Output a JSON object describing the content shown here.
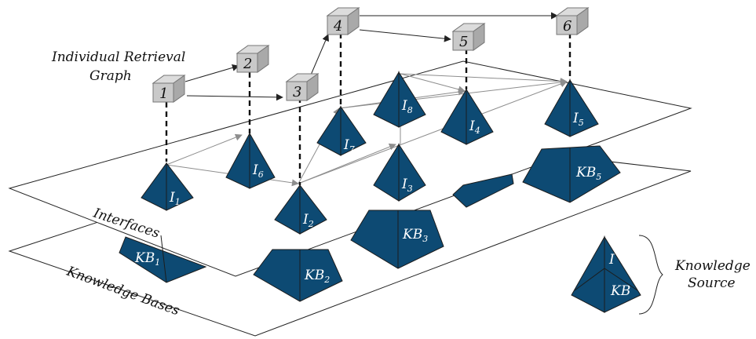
{
  "colors": {
    "pyramid_fill": "#0d4a73",
    "pyramid_edge": "#1c1c1c",
    "cube_fill": "#c9c9c9",
    "cube_dark": "#a9a9a9",
    "arrow_dark": "#222222",
    "arrow_grey": "#8e8e8e",
    "plane_line": "#222222"
  },
  "labels": {
    "graph_title_line1": "Individual Retrieval",
    "graph_title_line2": "Graph",
    "interfaces": "Interfaces",
    "knowledge_bases": "Knowledge Bases",
    "knowledge_source_line1": "Knowledge",
    "knowledge_source_line2": "Source",
    "legend_interface": "I",
    "legend_kb": "KB"
  },
  "retrieval_nodes": [
    {
      "id": "1"
    },
    {
      "id": "2"
    },
    {
      "id": "3"
    },
    {
      "id": "4"
    },
    {
      "id": "5"
    },
    {
      "id": "6"
    }
  ],
  "interfaces": [
    {
      "main": "I",
      "sub": "1"
    },
    {
      "main": "I",
      "sub": "2"
    },
    {
      "main": "I",
      "sub": "3"
    },
    {
      "main": "I",
      "sub": "4"
    },
    {
      "main": "I",
      "sub": "5"
    },
    {
      "main": "I",
      "sub": "6"
    },
    {
      "main": "I",
      "sub": "7"
    },
    {
      "main": "I",
      "sub": "8"
    }
  ],
  "knowledge_bases": [
    {
      "main": "KB",
      "sub": "1"
    },
    {
      "main": "KB",
      "sub": "2"
    },
    {
      "main": "KB",
      "sub": "3"
    },
    {
      "main": "KB",
      "sub": "5"
    }
  ]
}
